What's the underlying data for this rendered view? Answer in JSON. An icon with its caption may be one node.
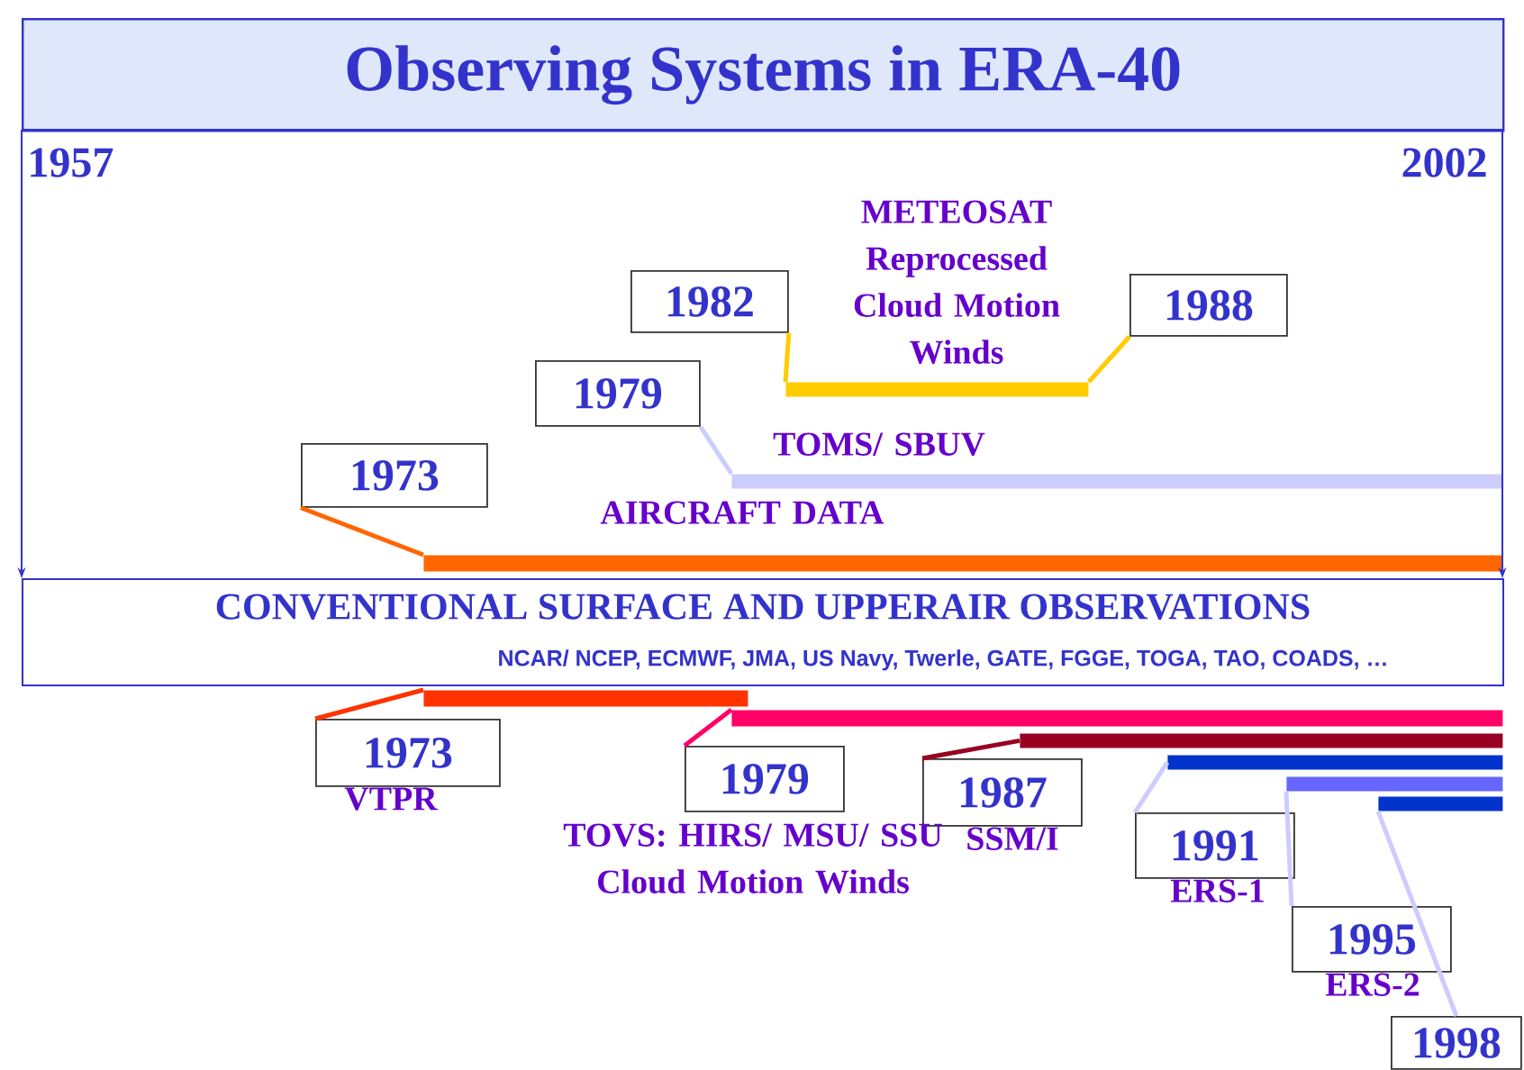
{
  "diagram": {
    "title": "Observing Systems in ERA-40",
    "nodes": [
      {
        "text": [
          "1982"
        ]
      },
      {
        "text": [
          "1988"
        ]
      },
      {
        "text": [],
        "shape": "bar",
        "beside": [
          "METEOSAT Reprocessed Cloud Motion Winds"
        ]
      },
      {
        "text": [
          "1979"
        ]
      },
      {
        "text": [],
        "shape": "bar",
        "beside": [
          "TOMS/ SBUV"
        ]
      },
      {
        "text": [
          "1973"
        ]
      },
      {
        "text": [],
        "shape": "bar",
        "beside": [
          "AIRCRAFT DATA"
        ]
      },
      {
        "text": [
          "CONVENTIONAL SURFACE AND UPPERAIR OBSERVATIONS",
          "NCAR/ NCEP, ECMWF, JMA, US Navy, Twerle, GATE, FGGE, TOGA, TAO, COADS, …"
        ]
      },
      {
        "text": [],
        "shape": "bar"
      },
      {
        "text": [
          "1973"
        ],
        "beside": [
          "VTPR"
        ]
      },
      {
        "text": [],
        "shape": "bar"
      },
      {
        "text": [
          "1979"
        ],
        "beside": [
          "TOVS: HIRS/ MSU/ SSU Cloud Motion Winds"
        ]
      },
      {
        "text": [],
        "shape": "bar"
      },
      {
        "text": [
          "1987"
        ],
        "beside": [
          "SSM/I"
        ]
      },
      {
        "text": [],
        "shape": "bar"
      },
      {
        "text": [
          "1991"
        ],
        "beside": [
          "ERS-1"
        ]
      },
      {
        "text": [],
        "shape": "bar"
      },
      {
        "text": [
          "1995"
        ],
        "beside": [
          "ERS-2"
        ]
      },
      {
        "text": [],
        "shape": "bar"
      },
      {
        "text": [
          "1998"
        ]
      }
    ],
    "edges": [
      {
        "from": 0,
        "to": 2,
        "arrow": "none",
        "color": "#ffcc00"
      },
      {
        "from": 1,
        "to": 2,
        "arrow": "none",
        "color": "#ffcc00"
      },
      {
        "from": 3,
        "to": 4,
        "arrow": "none",
        "color": "#ccccff"
      },
      {
        "from": 5,
        "to": 6,
        "arrow": "none",
        "color": "#ff6600"
      },
      {
        "from": 9,
        "to": 8,
        "arrow": "none",
        "color": "#ff3300"
      },
      {
        "from": 11,
        "to": 10,
        "arrow": "none",
        "color": "#ff0066"
      },
      {
        "from": 13,
        "to": 12,
        "arrow": "none",
        "color": "#990022"
      },
      {
        "from": 15,
        "to": 14,
        "arrow": "none",
        "color": "#ccccff"
      },
      {
        "from": 17,
        "to": 16,
        "arrow": "none",
        "color": "#ccccff"
      },
      {
        "from": 19,
        "to": 18,
        "arrow": "none",
        "color": "#ccccff"
      },
      {
        "from": null,
        "to": 7,
        "arrow": "to",
        "color": "#3333cc"
      },
      {
        "from": null,
        "to": 7,
        "arrow": "to",
        "color": "#3333cc"
      }
    ],
    "labels": [
      "1957",
      "2002"
    ]
  }
}
